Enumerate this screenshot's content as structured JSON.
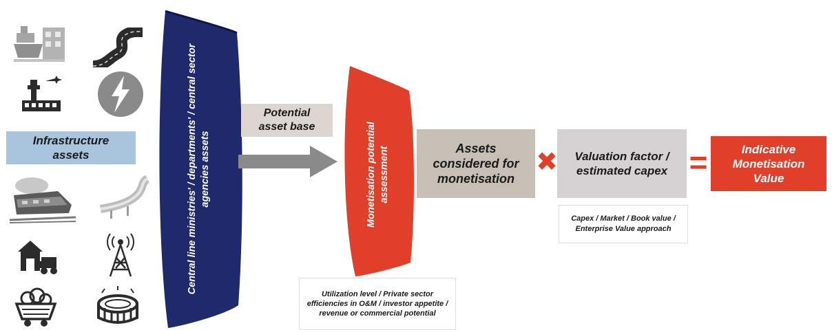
{
  "infra": {
    "label": "Infrastructure assets"
  },
  "ministries": {
    "label": "Central line ministries' / departments' / central sector agencies assets"
  },
  "potential_base": {
    "label": "Potential asset base"
  },
  "monetisation": {
    "label": "Monetisation potential assessment"
  },
  "utilization_note": {
    "label": "Utilization level / Private sector efficiencies in O&M / investor appetite / revenue or commercial potential"
  },
  "assets_considered": {
    "label": "Assets considered for monetisation"
  },
  "times": {
    "symbol": "✖"
  },
  "valuation": {
    "label": "Valuation factor / estimated capex"
  },
  "capex_note": {
    "label": "Capex / Market / Book value / Enterprise Value approach"
  },
  "equals": {
    "symbol": "="
  },
  "indicative": {
    "label": "Indicative Monetisation Value"
  },
  "icons": [
    "port-icon",
    "road-icon",
    "airport-icon",
    "power-icon",
    "railway-icon",
    "pipeline-icon",
    "warehouse-icon",
    "telecom-tower-icon",
    "mining-icon",
    "stadium-icon"
  ],
  "colors": {
    "navy": "#1e2a6b",
    "red": "#e0402a",
    "infra_blue": "#a9c4dd",
    "tan": "#c7beb5",
    "grey": "#d4d2d3",
    "arrow": "#8a8a8a"
  }
}
